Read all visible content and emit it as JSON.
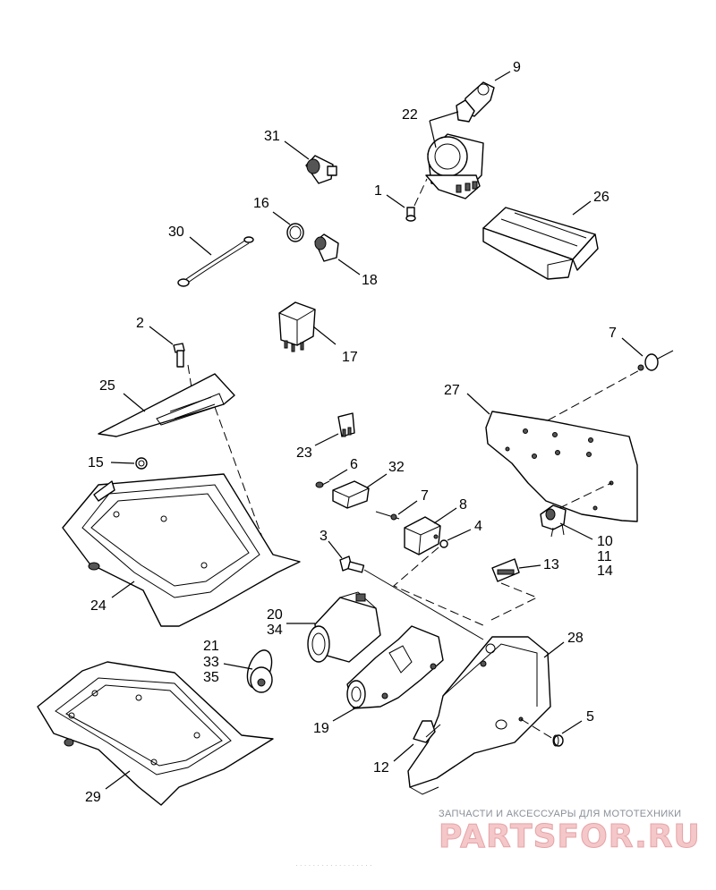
{
  "diagram": {
    "callouts": {
      "c1": "1",
      "c2": "2",
      "c3": "3",
      "c4": "4",
      "c5": "5",
      "c6": "6",
      "c7a": "7",
      "c7b": "7",
      "c8": "8",
      "c9": "9",
      "c10": "10",
      "c11": "11",
      "c14": "14",
      "c12": "12",
      "c13": "13",
      "c15": "15",
      "c16": "16",
      "c17": "17",
      "c18": "18",
      "c19": "19",
      "c20": "20",
      "c34": "34",
      "c21": "21",
      "c33": "33",
      "c35": "35",
      "c22": "22",
      "c23": "23",
      "c24": "24",
      "c25": "25",
      "c26": "26",
      "c27": "27",
      "c28": "28",
      "c29": "29",
      "c30": "30",
      "c31": "31",
      "c32": "32"
    }
  },
  "watermark": {
    "tagline": "ЗАПЧАСТИ И АКСЕССУАРЫ ДЛЯ МОТОТЕХНИКИ",
    "brand": "PARTSFOR.RU",
    "footer": "· · · · · · · · · · · · · · · · · ·"
  },
  "colors": {
    "line": "#000000",
    "watermark_text": "#f4c7c9",
    "watermark_tagline": "#8a8f98"
  }
}
